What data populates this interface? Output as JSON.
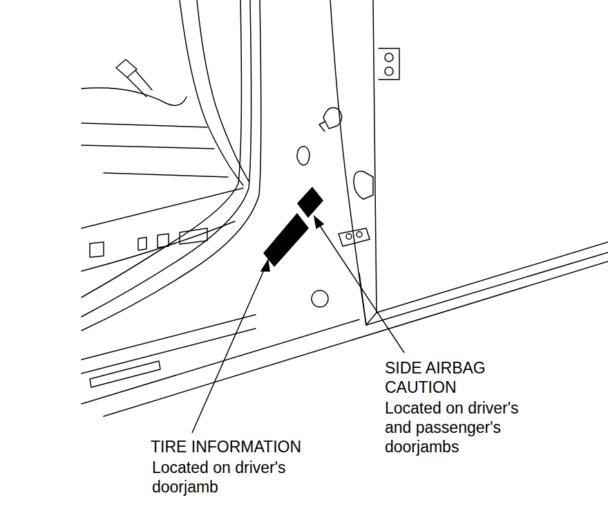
{
  "diagram": {
    "labels": [
      "SIDE AIRBAG CAUTION",
      "Located on driver's and passenger's doorjambs",
      "TIRE INFORMATION",
      "Located on driver's doorjamb"
    ]
  }
}
